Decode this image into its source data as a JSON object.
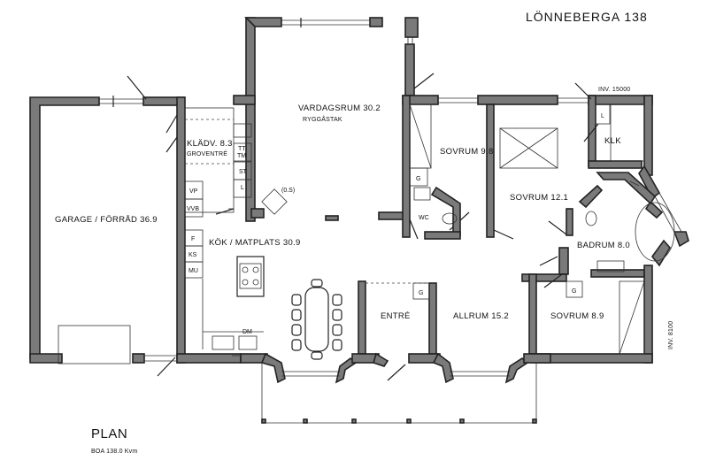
{
  "header": {
    "title": "LÖNNEBERGA 138",
    "dim_top": "INV. 15000",
    "dim_side": "INV. 8100"
  },
  "footer": {
    "plan": "PLAN",
    "area": "BOA 138.0 Kvm"
  },
  "rooms": {
    "vardagsrum": "VARDAGSRUM 30.2",
    "ryggastak": "RYGGÅSTAK",
    "kladv": "KLÄDV. 8.3",
    "grovmentre": "GROVENTRÉ",
    "garage": "GARAGE / FÖRRÅD 36.9",
    "kok": "KÖK / MATPLATS 30.9",
    "sovrum1": "SOVRUM 9.8",
    "sovrum2": "SOVRUM 12.1",
    "klk": "KLK",
    "badrum": "BADRUM 8.0",
    "sovrum3": "SOVRUM 8.9",
    "entre": "ENTRÉ",
    "allrum": "ALLRUM 15.2",
    "wc": "WC"
  },
  "fixtures": {
    "tt": "TT",
    "tm": "TM",
    "st": "ST",
    "l1": "L",
    "l2": "L",
    "vp": "VP",
    "vvb": "VVB",
    "f": "F",
    "ks": "KS",
    "mu": "MU",
    "dm": "DM",
    "g1": "G",
    "g2": "G",
    "g3": "G",
    "stove": "(0.S)"
  }
}
